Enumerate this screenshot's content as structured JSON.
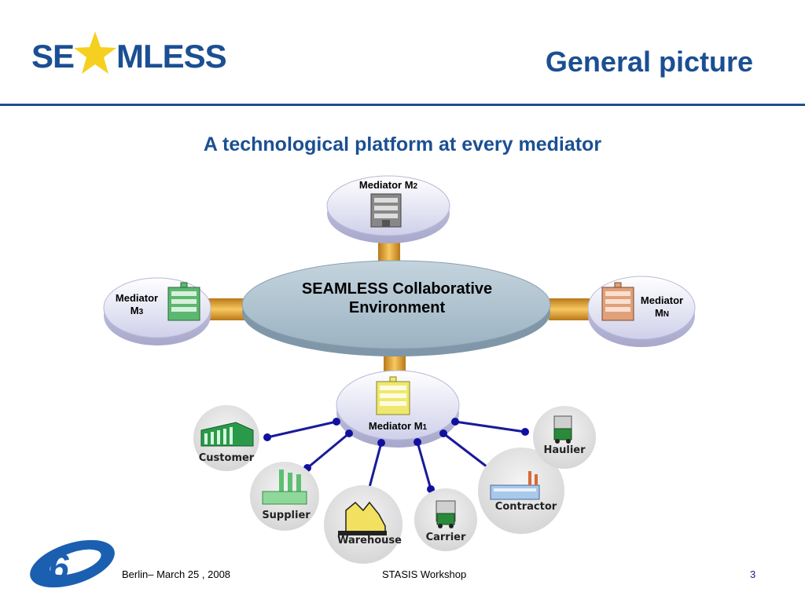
{
  "header": {
    "logo_left": "SE",
    "logo_right": "MLESS",
    "title": "General picture"
  },
  "subtitle": "A technological platform at every mediator",
  "diagram": {
    "center": {
      "line1": "SEAMLESS Collaborative",
      "line2": "Environment"
    },
    "mediators": {
      "m2": {
        "label": "Mediator M",
        "sub": "2"
      },
      "m3": {
        "label": "Mediator",
        "label2": "M",
        "sub": "3"
      },
      "mn": {
        "label": "Mediator",
        "label2": "M",
        "sub": "N"
      },
      "m1": {
        "label": "Mediator M",
        "sub": "1"
      }
    },
    "roles": {
      "customer": "Customer",
      "supplier": "Supplier",
      "warehouse": "Warehouse",
      "carrier": "Carrier",
      "contractor": "Contractor",
      "haulier": "Haulier"
    },
    "colors": {
      "disc": "#d8d8ee",
      "center": "#a9bfcc",
      "connector": "#e0a030",
      "link": "#1a1a9a",
      "building_m2": "#888888",
      "building_m3": "#4aa860",
      "building_mn": "#d08a60",
      "building_m1": "#e8e060"
    }
  },
  "footer": {
    "left": "Berlin– March 25 , 2008",
    "center": "STASIS Workshop",
    "page": "3"
  }
}
